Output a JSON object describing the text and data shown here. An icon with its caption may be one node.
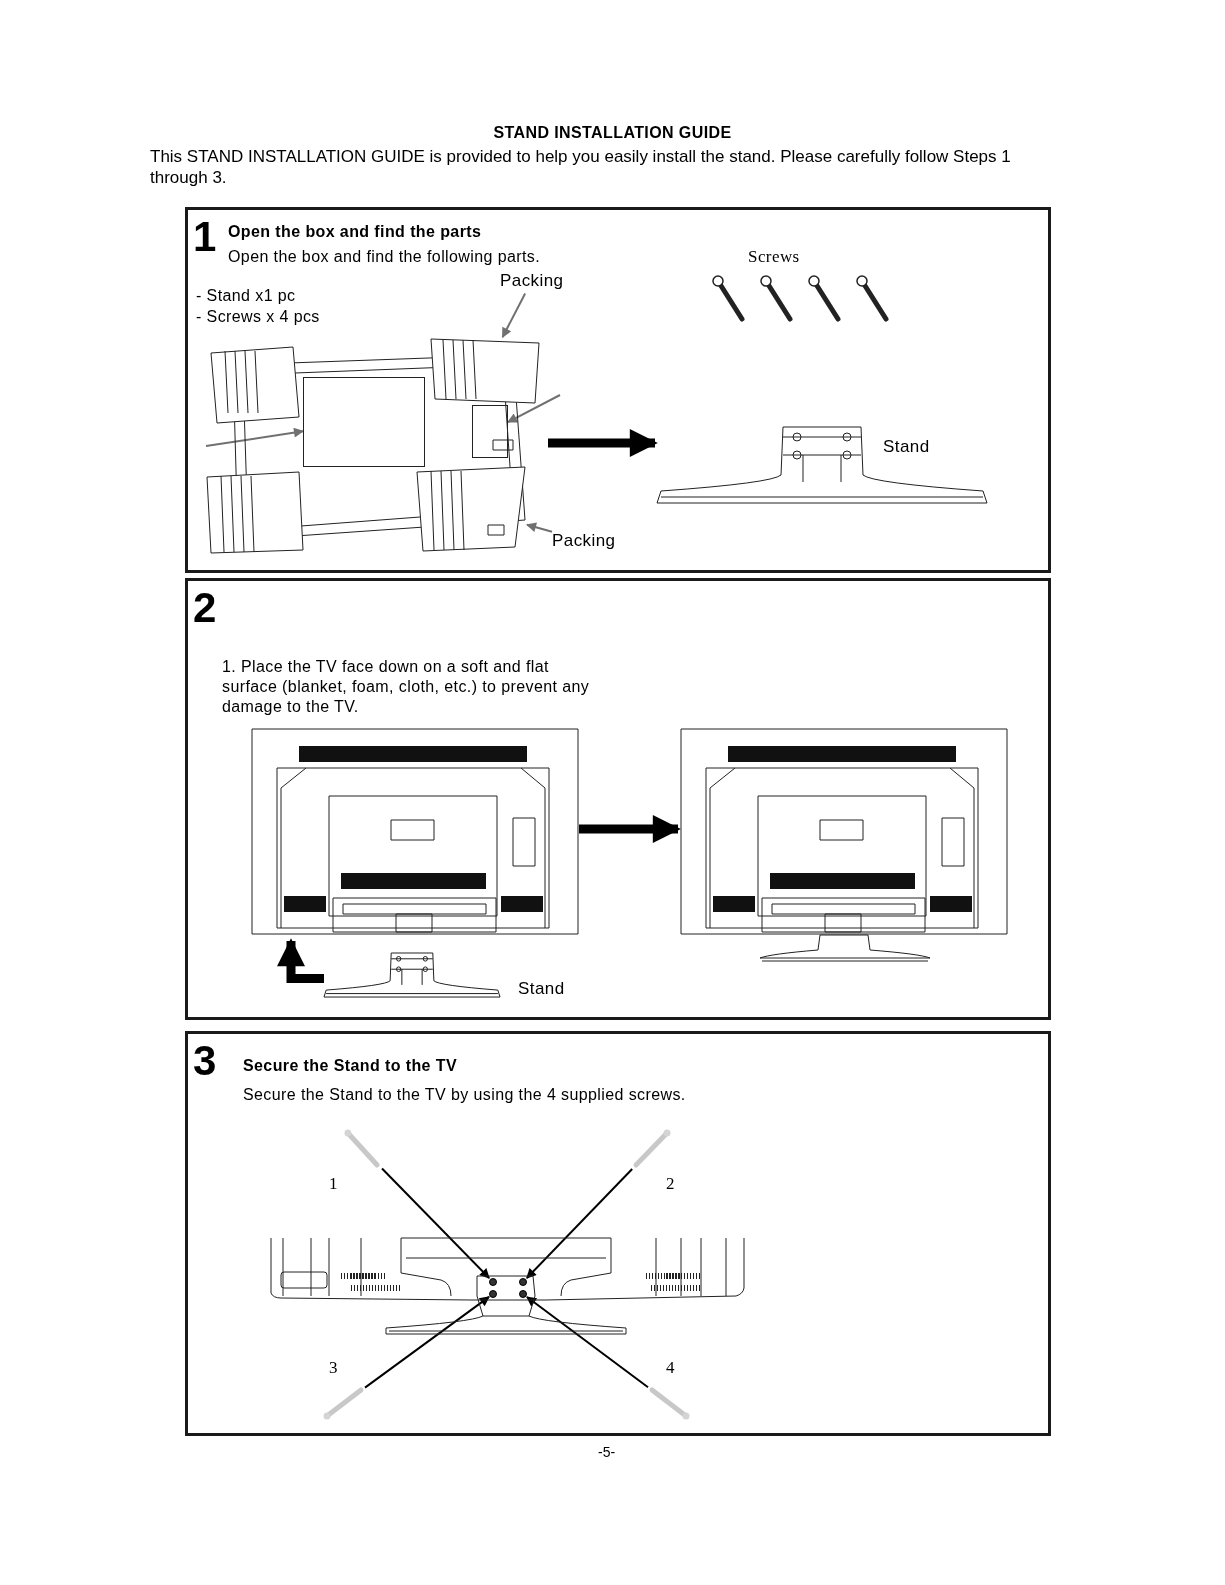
{
  "diagram": {
    "title": "STAND INSTALLATION GUIDE",
    "nodes": [
      {
        "text": [
          "1",
          "Open the box and find the parts",
          "Open the box and find the following parts.",
          "- Stand x1 pc",
          "- Screws x 4 pcs"
        ]
      },
      {
        "text": [],
        "shape": "picture",
        "in": 0
      },
      {
        "text": [
          "Packing"
        ],
        "in": 0
      },
      {
        "text": [
          "Packing"
        ],
        "in": 0
      },
      {
        "text": [],
        "shape": "box",
        "in": 1
      },
      {
        "text": [],
        "shape": "box",
        "in": 1
      },
      {
        "text": [],
        "shape": "picture",
        "in": 0,
        "beside": [
          "Stand"
        ]
      },
      {
        "text": [
          "2",
          "1. Place the TV face down on a soft and flat surface (blanket, foam, cloth, etc.) to prevent any damage to the TV."
        ]
      },
      {
        "text": [],
        "shape": "picture",
        "in": 7
      },
      {
        "text": [],
        "shape": "picture",
        "in": 7
      },
      {
        "text": [],
        "shape": "picture",
        "in": 7,
        "beside": [
          "Stand"
        ]
      },
      {
        "text": [
          "3",
          "Secure the Stand to the TV",
          "Secure the Stand to the TV by using the 4 supplied screws."
        ]
      },
      {
        "text": [],
        "shape": "picture",
        "in": 11
      },
      {
        "text": [],
        "shape": "circle",
        "in": 12
      },
      {
        "text": [],
        "shape": "circle",
        "in": 12
      },
      {
        "text": [],
        "shape": "circle",
        "in": 12
      },
      {
        "text": [],
        "shape": "circle",
        "in": 12
      },
      {
        "text": [],
        "shape": "picture",
        "in": 11,
        "beside": [
          "1"
        ]
      },
      {
        "text": [],
        "shape": "picture",
        "in": 11,
        "beside": [
          "2"
        ]
      },
      {
        "text": [],
        "shape": "picture",
        "in": 11,
        "beside": [
          "3"
        ]
      },
      {
        "text": [],
        "shape": "picture",
        "in": 11,
        "beside": [
          "4"
        ]
      },
      {
        "text": [],
        "shape": "picture",
        "in": 0
      },
      {
        "text": [],
        "shape": "picture",
        "in": 0
      },
      {
        "text": [],
        "shape": "picture",
        "in": 0
      },
      {
        "text": [],
        "shape": "picture",
        "in": 0
      }
    ],
    "edges": [
      {
        "from": 2,
        "to": 22,
        "arrow": "to",
        "color": "#707070"
      },
      {
        "from": null,
        "to": 4,
        "arrow": "to",
        "color": "#707070"
      },
      {
        "from": null,
        "to": 5,
        "arrow": "to",
        "color": "#707070"
      },
      {
        "from": 3,
        "to": 24,
        "arrow": "to",
        "color": "#707070"
      },
      {
        "from": 1,
        "to": 6,
        "arrow": "to",
        "style": "thick"
      },
      {
        "from": 8,
        "to": 9,
        "arrow": "to",
        "style": "thick"
      },
      {
        "from": 10,
        "to": 8,
        "arrow": "to",
        "style": "thick"
      },
      {
        "from": 17,
        "to": 13,
        "arrow": "to"
      },
      {
        "from": 18,
        "to": 14,
        "arrow": "to"
      },
      {
        "from": 19,
        "to": 15,
        "arrow": "to"
      },
      {
        "from": 20,
        "to": 16,
        "arrow": "to"
      }
    ],
    "labels": [
      "This STAND INSTALLATION GUIDE is provided to help you easily install the stand. Please carefully follow Steps 1 through 3.",
      "Screws",
      "-5-"
    ]
  }
}
